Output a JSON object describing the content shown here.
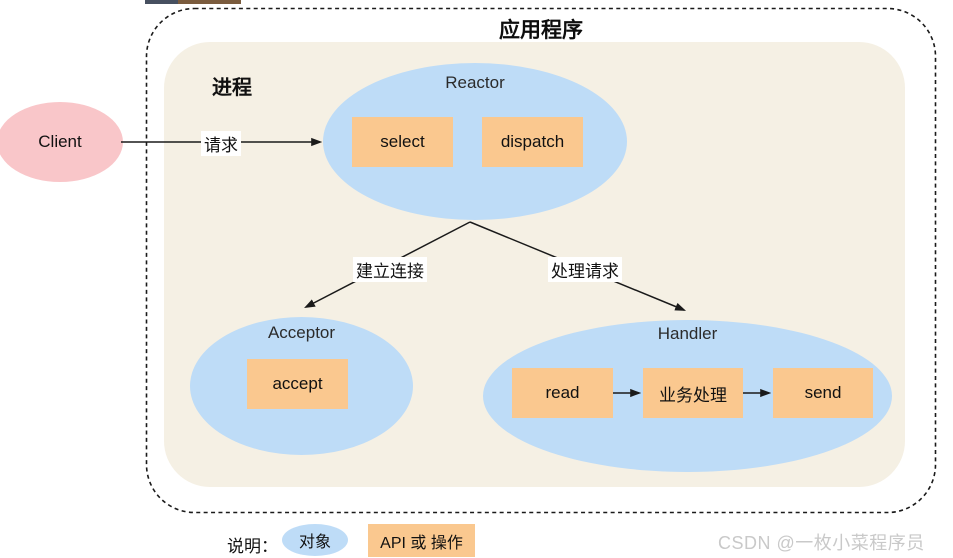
{
  "diagram": {
    "title": "应用程序",
    "process_label": "进程",
    "client_label": "Client",
    "nodes": {
      "reactor": {
        "label": "Reactor",
        "boxes": [
          "select",
          "dispatch"
        ]
      },
      "acceptor": {
        "label": "Acceptor",
        "boxes": [
          "accept"
        ]
      },
      "handler": {
        "label": "Handler",
        "boxes": [
          "read",
          "业务处理",
          "send"
        ]
      }
    },
    "edges": {
      "request": "请求",
      "establish_connection": "建立连接",
      "handle_request": "处理请求"
    }
  },
  "legend": {
    "caption": "说明：",
    "object_label": "对象",
    "api_label": "API 或 操作"
  },
  "watermark": "CSDN @一枚小菜程序员",
  "colors": {
    "blue": "#bedcf7",
    "orange": "#fac88f",
    "pink": "#f9c6c9",
    "beige": "#f5f0e4",
    "line": "#1a1a1a",
    "watermark": "#c9c9c9",
    "artifact-dark": "#475060",
    "artifact-brown": "#7a5b3d"
  }
}
